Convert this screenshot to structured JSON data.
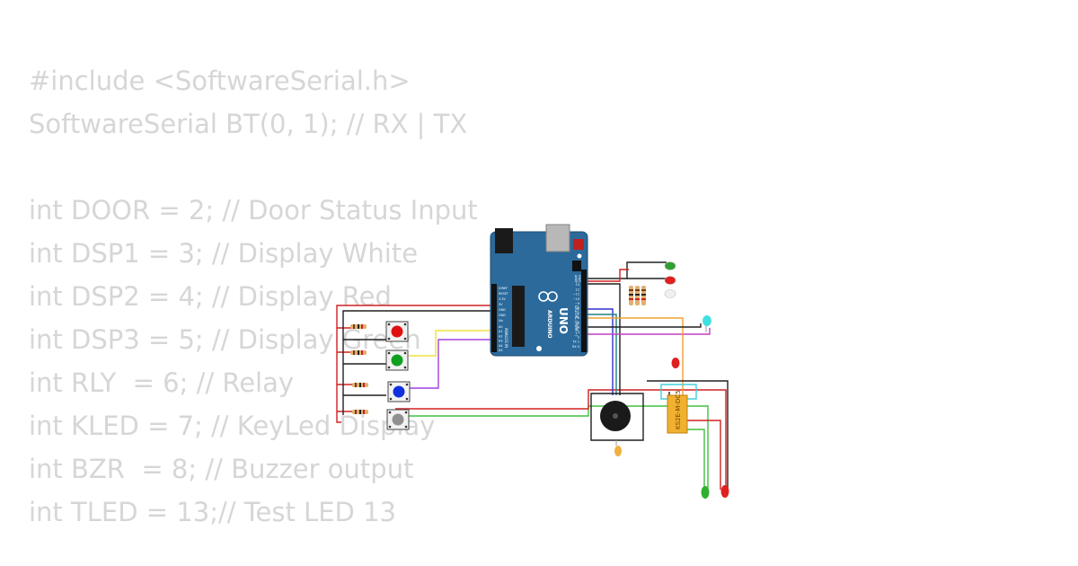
{
  "code": {
    "lines": [
      "#include <SoftwareSerial.h>",
      "SoftwareSerial BT(0, 1); // RX | TX",
      "",
      "int DOOR = 2; // Door Status Input",
      "int DSP1 = 3; // Display White",
      "int DSP2 = 4; // Display Red",
      "int DSP3 = 5; // Display Green",
      "int RLY  = 6; // Relay",
      "int KLED = 7; // KeyLed Display",
      "int BZR  = 8; // Buzzer output",
      "int TLED = 13;// Test LED 13"
    ]
  },
  "board": {
    "name": "UNO",
    "brand": "ARDUINO",
    "digital_label": "DIGITAL (PWM ~)",
    "analog_label": "ANALOG IN",
    "aref_label": "AREF",
    "gnd_label": "GND",
    "power_labels": [
      "IOREF",
      "RESET",
      "3.3V",
      "5V",
      "GND",
      "GND",
      "Vin"
    ],
    "analog_pins": [
      "A0",
      "A1",
      "A2",
      "A3",
      "A4",
      "A5"
    ],
    "digital_pins": [
      "13",
      "12",
      "~11",
      "~10",
      "~9",
      "8",
      "7",
      "~6",
      "~5",
      "4",
      "~3",
      "2",
      "TX 1",
      "RX 0"
    ],
    "color": "#2b6a9b"
  },
  "relay": {
    "label": "KS2E-M-DC5"
  },
  "colors": {
    "button_caps": [
      "#e01010",
      "#10a020",
      "#1030e0",
      "#909090"
    ],
    "led_top": [
      "#30a030",
      "#e02020",
      "#f0f0f0"
    ],
    "led_cyan": "#40e0e0",
    "led_orange": "#f0b040",
    "led_relay": "#e02020",
    "led_bottom": [
      "#30b030",
      "#e02020"
    ],
    "wire_red": "#d02020",
    "wire_black": "#202020",
    "wire_yellow": "#f0e040",
    "wire_purple": "#a040e0",
    "wire_green": "#40c040",
    "wire_blue": "#3030d0",
    "wire_teal": "#208080",
    "wire_orange": "#f0a030",
    "wire_cyan": "#40d0e0",
    "wire_magenta": "#c040c0"
  }
}
